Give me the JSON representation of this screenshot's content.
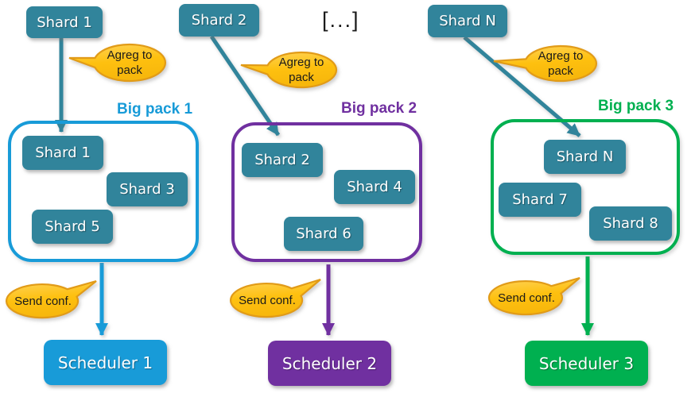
{
  "ellipsis": "[...]",
  "bubble_labels": {
    "aggregate": "Agreg to pack",
    "send": "Send conf."
  },
  "columns": [
    {
      "source_shard": "Shard 1",
      "pack": {
        "label": "Big pack 1",
        "members": [
          "Shard 1",
          "Shard 3",
          "Shard 5"
        ]
      },
      "scheduler": "Scheduler 1",
      "accent_color": "#189bd8"
    },
    {
      "source_shard": "Shard 2",
      "pack": {
        "label": "Big pack 2",
        "members": [
          "Shard 2",
          "Shard 4",
          "Shard 6"
        ]
      },
      "scheduler": "Scheduler 2",
      "accent_color": "#7030a0"
    },
    {
      "source_shard": "Shard N",
      "pack": {
        "label": "Big pack 3",
        "members": [
          "Shard N",
          "Shard 7",
          "Shard 8"
        ]
      },
      "scheduler": "Scheduler 3",
      "accent_color": "#00b050"
    }
  ],
  "colors": {
    "shard_fill": "#31849b",
    "arrow_teal": "#31849b",
    "bubble_fill": "#fec00f",
    "bubble_border": "#e19b18",
    "pack_1_blue": "#189bd8",
    "pack_2_purple": "#7030a0",
    "pack_3_green": "#00b050"
  }
}
